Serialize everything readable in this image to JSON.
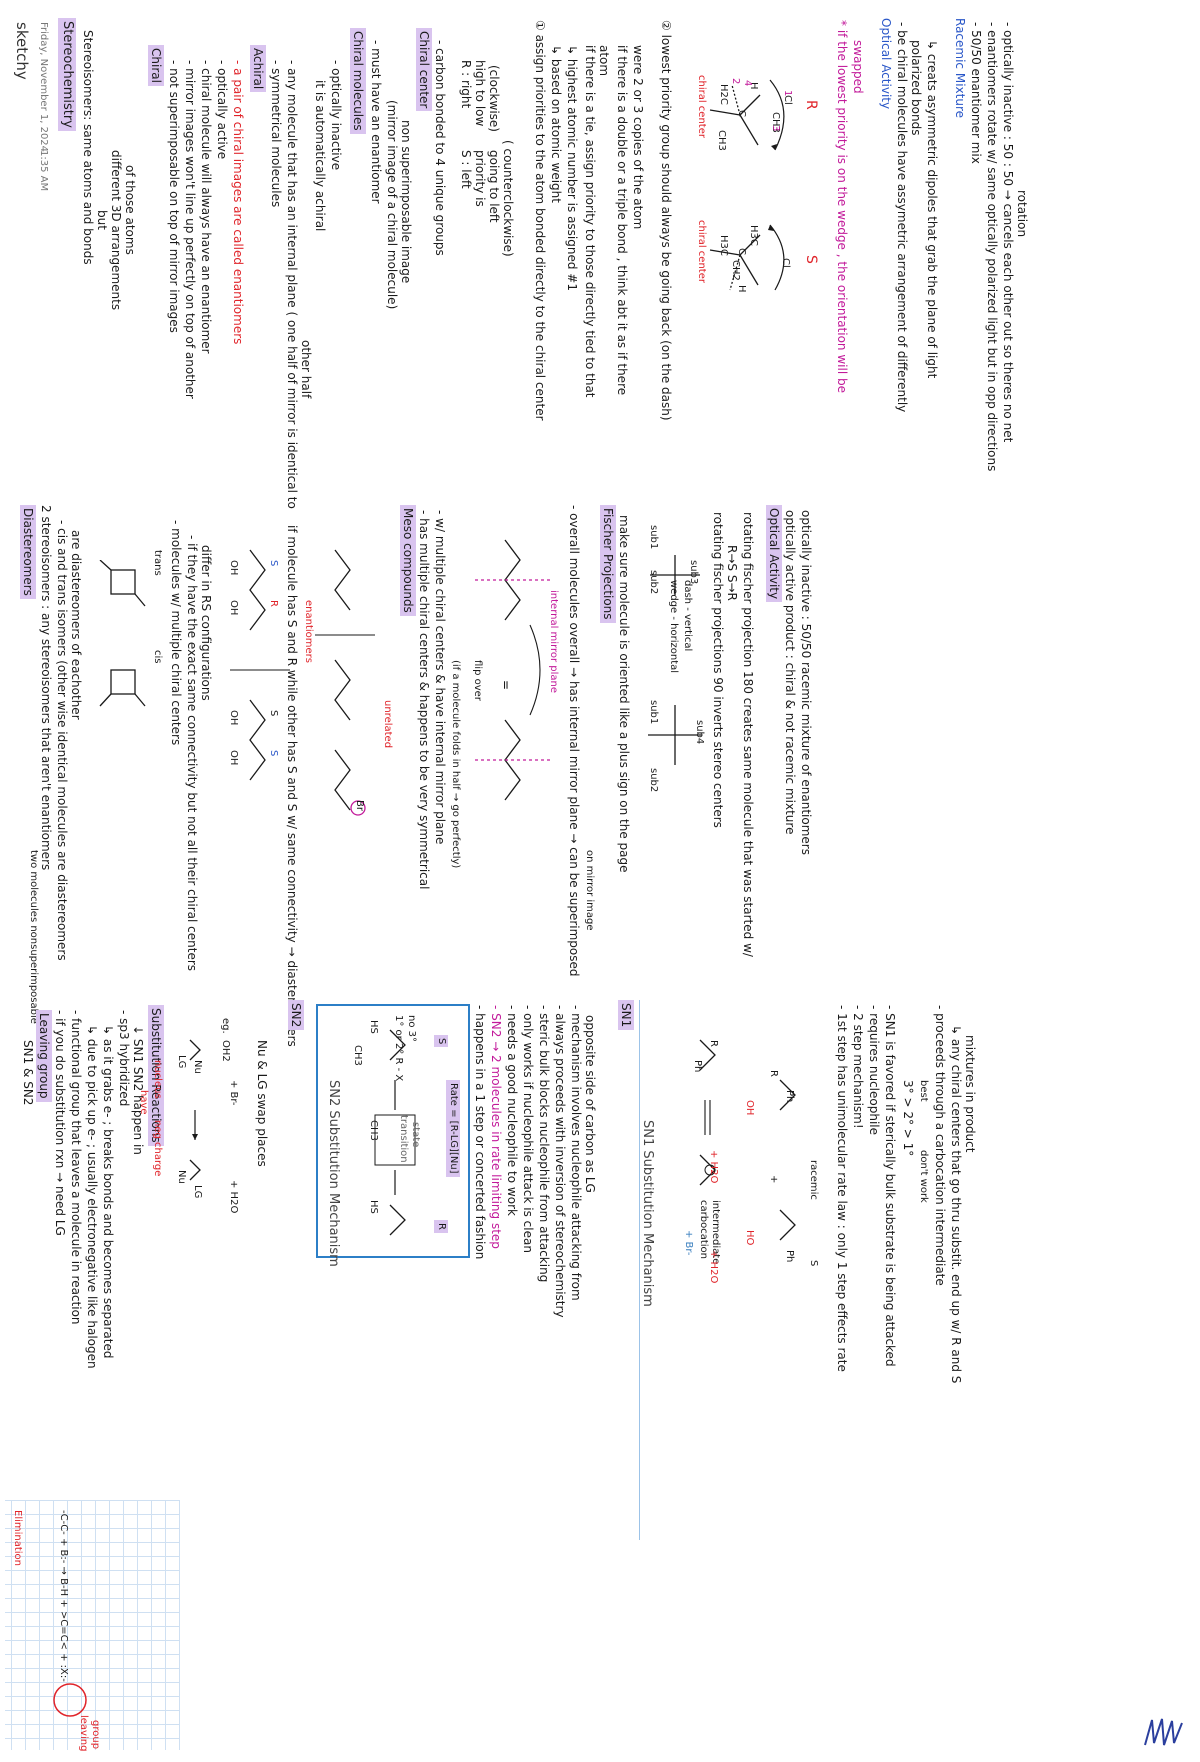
{
  "header": {
    "app": "sketchy",
    "date": "Friday, November 1, 2024",
    "time": "1:35 AM"
  },
  "page_title": "Stereochemistry",
  "stereoisomers": {
    "line1": "Stereoisomers: same atoms and bonds",
    "line2": "but",
    "line3": "different 3D arrangements",
    "line4": "of those atoms"
  },
  "chiral": {
    "heading": "Chiral",
    "items": [
      "- not superimposable on top of mirror images",
      "- mirror images won't line up perfectly on top of another",
      "- chiral molecule will always have an enantiomer",
      "- optically active",
      "- a pair of chiral images are called enantiomers"
    ]
  },
  "achiral": {
    "heading": "Achiral",
    "items": [
      "- symmetrical molecules",
      "- any molecule that has an internal plane ( one half of mirror is identical to",
      "other half",
      "it is automatically achiral",
      "- optically inactive"
    ]
  },
  "chiral_molecules": {
    "heading": "Chiral molecules",
    "lines": [
      "- must have an enantiomer",
      "(mirror image of a chiral molecule)",
      "non superimposable image"
    ]
  },
  "chiral_center": {
    "heading": "Chiral center",
    "line": "- carbon bonded to 4 unique groups",
    "r_label": "R : right",
    "r_sub1": "high to low",
    "r_sub2": "(clockwise)",
    "s_label": "S : left",
    "s_sub1": "priority is",
    "s_sub2": "going to left",
    "s_sub3": "( counterclockwise)"
  },
  "rules": {
    "rule1": "① assign priorities to the atom bonded directly to the chiral center",
    "rule1a": "↳ based on atomic weight",
    "rule1b": "↳ highest atomic number is assigned #1",
    "rule1c": "if there is a tie, assign priority to those directly tied to that",
    "rule1c2": "atom",
    "rule1d": "if there is a double or a triple bond , think abt it as if there",
    "rule1d2": "were 2 or 3 copies of the atom",
    "rule2": "② lowest priority group should always be going back (on the dash)"
  },
  "diagrams": {
    "chiral_center_label": "chiral center",
    "left_r": "R",
    "right_s": "S",
    "cl": "Cl",
    "ch3": "CH3",
    "h2c": "H2C",
    "h3c": "H3C",
    "ch2": "CH2",
    "h": "H",
    "c": "C",
    "n1": "1",
    "n2": "2",
    "n3": "3",
    "n4": "4"
  },
  "wedge_note": {
    "line1": "* if the lowest priority is on the wedge , the orientation will be",
    "line2": "swapped"
  },
  "optical_activity_left": {
    "heading": "Optical Activity",
    "line1": "- be chiral molecules have assymetric arrangement of differently",
    "line2": "polarized bonds",
    "line3": "↳ creats asymmetric dipoles that grab the plane of light"
  },
  "racemic": {
    "heading": "Racemic Mixture",
    "line1": "- 50/50 enantiomer mix",
    "line2": "- enantiomers rotate w/ same optically polarized light but in opp directions",
    "line3": "- optically inactive : 50 : 50 → cancels each other out so theres no net",
    "line4": "rotation"
  },
  "diastereomers": {
    "heading": "Diastereomers",
    "line1": "2 stereoisomers : any stereoisomers that aren't enantiomers",
    "line1b": "two molecules nonsuperimposable",
    "line2": "- cis and trans isomers (other wise identical molecules are diastereomers",
    "line3": "are diastereomers of eachother",
    "trans": "trans",
    "cis": "cis",
    "line4": "- molecules w/ multiple chiral centers",
    "line5": "- if they have the exact same connectivity but not all their chiral centers",
    "line6": "differ in RS configurations",
    "enantiomers": "enantiomers",
    "unrelated": "unrelated",
    "line7": "if molecule has S and R while other has S and S w/ same connectivity → diastereomers",
    "oh": "OH",
    "br": "Br",
    "r": "R",
    "s": "S"
  },
  "meso": {
    "heading": "Meso compounds",
    "line1": "- has multiple chiral centers & happens to be very symmetrical",
    "line2": "- w/ multiple chiral centers & have internal mirror plane",
    "line2b": "(if a molecule folds in half → go perfectly)",
    "flip": "flip over",
    "equals": "=",
    "plane": "internal mirror plane",
    "line3": "- overall molecules overall → has internal mirror plane → can be superimposed",
    "line3b": "on mirror image"
  },
  "fischer": {
    "heading": "Fischer Projections",
    "line1": "make sure molecule is oriented like a plus sign on the page",
    "sub1": "sub1",
    "sub2": "sub2",
    "sub3": "sub3",
    "sub4": "sub4",
    "wedge": "wedge - horizontal",
    "dash": "dash - vertical",
    "rot1": "rotating fischer projections 90 inverts stereo centers",
    "rot1b": "R→S  S→R",
    "rot2": "rotating fischer projection 180 creates same molecule that was started w/"
  },
  "optical_activity_right": {
    "heading": "Optical Activity",
    "line1": "optically active product : chiral & not racemic mixture",
    "line2": "optically inactive : 50/50 racemic mixture of enantiomers"
  },
  "sn": {
    "title": "SN1 & SN2",
    "lg_heading": "Leaving group",
    "lg1": "- if you do substitution rxn → need LG",
    "lg2": "- functional group that leaves a molecule in reaction",
    "lg2b": "↳ due to pick up e- ; usually electronegative like halogen",
    "lg2c": "↳ as it grabs e- ; breaks bonds and becomes separated",
    "lg3": "- sp3 hybridized",
    "lg3b": "↓ SN1 SN2 happen in",
    "subst_heading": "Substitution Reactions",
    "nucleus": "nucleus",
    "neg_charge": "neg charge",
    "have": "have",
    "lg": "LG",
    "nu": "Nu",
    "eg": "eg.",
    "oh2": "OH2",
    "brminus": "+ Br-",
    "h2o": "+ H2O",
    "swap": "Nu & LG swap places"
  },
  "sn2": {
    "label": "SN2",
    "diagram_title": "SN2 Substitution Mechanism",
    "sub_note": "1° or 2° R - X",
    "sub_note2": "no 3°",
    "ts": "transition",
    "ts2": "state",
    "rate": "Rate = [R-LG][Nu]",
    "s_tag": "S",
    "r_tag": "R",
    "ch3": "CH3",
    "hs": "HS",
    "h": "H",
    "items": [
      "- happens in a 1 step or concerted fashion",
      "- SN2 → 2 molecules in rate limiting step",
      "- needs a good nucleophile to work",
      "- only works if nucleophile attack is clean",
      "- steric bulk blocks nucleophile from attacking",
      "- always proceeds with inversion of stereochemistry",
      "- mechanism involves nucleophile attacking from",
      "opposite side of carbon as LG"
    ]
  },
  "sn1": {
    "label": "SN1",
    "diagram_title": "SN1 Substitution Mechanism",
    "carbocation": "carbocation",
    "intermediate": "intermediate",
    "racemic": "racemic",
    "h2o_a": "+ H2O",
    "h2o_b": "+ H2O",
    "br": "+ Br-",
    "oh": "OH",
    "ho": "HO",
    "ph": "Ph",
    "plus": "+",
    "r": "R",
    "s": "S",
    "items": [
      "- 1st step has unimolecular rate law : only 1 step effects rate",
      "- 2 step mechanism!",
      "- requires nucleophile",
      "- SN1 is favored if sterically bulk substrate is being attacked",
      "3° > 2° > 1°",
      "best",
      "don't work",
      "- proceeds through a carbocation intermediate",
      "↳ any chiral centers that go thru substit. end up w/ R and S",
      "mixtures in product"
    ]
  },
  "elimination": {
    "heading": "Elimination",
    "eq": "-C-C-  + B:-  →  B-H +  >C=C<  +  :X:-",
    "lg": "leaving",
    "lg2": "group"
  }
}
